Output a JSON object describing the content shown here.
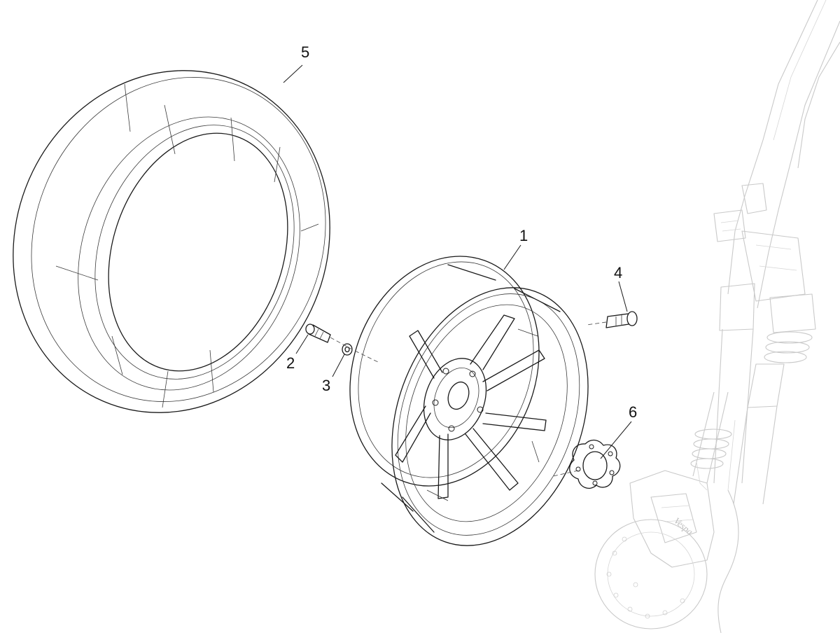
{
  "callouts": {
    "part1": "1",
    "part2": "2",
    "part3": "3",
    "part4": "4",
    "part5": "5",
    "part6": "6"
  },
  "background_parts": {
    "brand_mark": "Vespa"
  },
  "colors": {
    "line": "#1a1a1a",
    "ghost": "#c9c9c9",
    "background": "#ffffff"
  }
}
